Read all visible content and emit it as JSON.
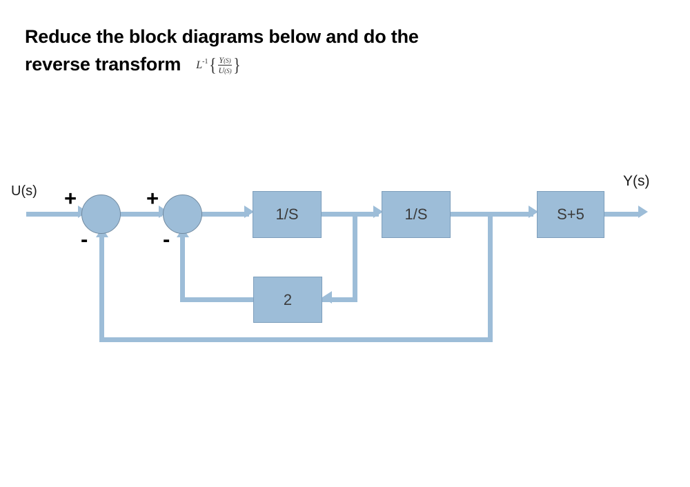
{
  "heading": {
    "line1": "Reduce the block diagrams below and do the",
    "line2": "reverse transform",
    "math": {
      "operator": "L",
      "exponent": "-1",
      "brace_open": "{",
      "brace_close": "}",
      "numerator": "Y",
      "numerator_sub": "(S)",
      "denominator": "U",
      "denominator_sub": "(S)"
    }
  },
  "diagram": {
    "input_label": "U(s)",
    "output_label": "Y(s)",
    "sum_junctions": [
      {
        "id": "sum1",
        "plus": "+",
        "minus": "-"
      },
      {
        "id": "sum2",
        "plus": "+",
        "minus": "-"
      }
    ],
    "blocks": [
      {
        "id": "integrator-1",
        "label": "1/S"
      },
      {
        "id": "integrator-2",
        "label": "1/S"
      },
      {
        "id": "lead",
        "label": "S+5"
      },
      {
        "id": "feedback-gain",
        "label": "2"
      }
    ],
    "colors": {
      "block_fill": "#9DBDD8",
      "block_border": "#7C9DBB",
      "junction_border": "#70899F",
      "line": "#9DBDD8",
      "text": "#3b3b3b",
      "background": "#ffffff"
    }
  }
}
